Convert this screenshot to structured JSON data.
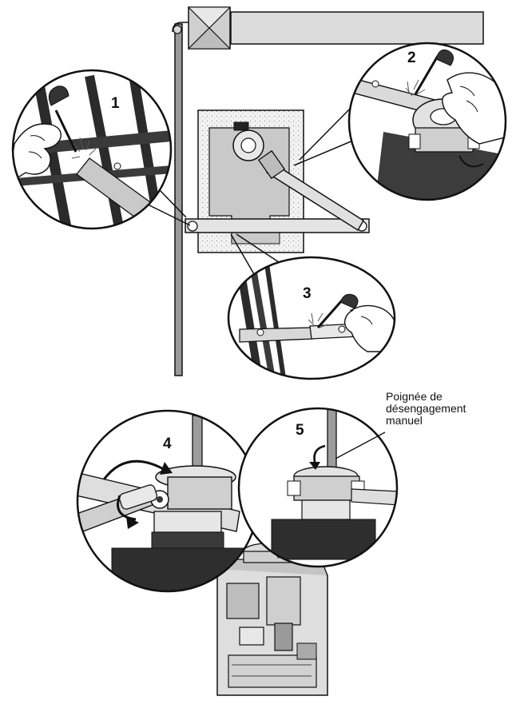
{
  "steps": [
    {
      "number": "1"
    },
    {
      "number": "2"
    },
    {
      "number": "3"
    },
    {
      "number": "4"
    },
    {
      "number": "5"
    }
  ],
  "callout": {
    "lines": [
      "Poignée de",
      "désengagement",
      "manuel"
    ]
  },
  "colors": {
    "outline": "#111111",
    "metal_light": "#dedede",
    "metal_mid": "#b4b4b4",
    "metal_dark": "#555555",
    "panel": "#cfcfcf",
    "speckle": "#f2f2f2"
  },
  "icons": [
    "weld-torch-icon",
    "hand-icon",
    "rotate-arrow-icon",
    "release-handle-icon",
    "gate-operator-icon"
  ]
}
